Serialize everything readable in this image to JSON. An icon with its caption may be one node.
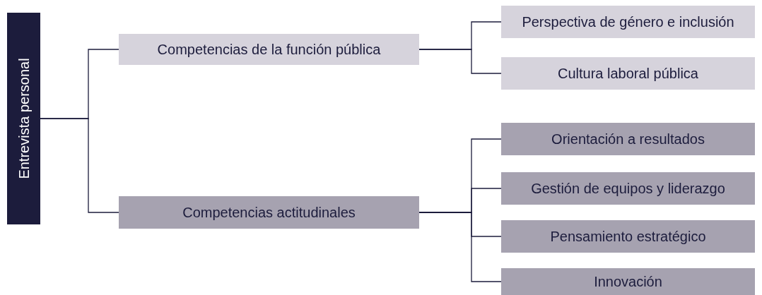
{
  "diagram": {
    "nodes": [
      {
        "text": [
          "Entrevista personal"
        ]
      },
      {
        "text": [
          "Competencias de la función pública"
        ]
      },
      {
        "text": [
          "Perspectiva de género e inclusión"
        ]
      },
      {
        "text": [
          "Cultura laboral pública"
        ]
      },
      {
        "text": [
          "Competencias actitudinales"
        ]
      },
      {
        "text": [
          "Orientación a resultados"
        ]
      },
      {
        "text": [
          "Gestión de equipos y liderazgo"
        ]
      },
      {
        "text": [
          "Pensamiento estratégico"
        ]
      },
      {
        "text": [
          "Innovación"
        ]
      }
    ],
    "edges": [
      {
        "from": 0,
        "to": 1,
        "arrow": "none"
      },
      {
        "from": 0,
        "to": 4,
        "arrow": "none"
      },
      {
        "from": 1,
        "to": 2,
        "arrow": "none"
      },
      {
        "from": 1,
        "to": 3,
        "arrow": "none"
      },
      {
        "from": 4,
        "to": 5,
        "arrow": "none"
      },
      {
        "from": 4,
        "to": 6,
        "arrow": "none"
      },
      {
        "from": 4,
        "to": 7,
        "arrow": "none"
      },
      {
        "from": 4,
        "to": 8,
        "arrow": "none"
      }
    ]
  }
}
